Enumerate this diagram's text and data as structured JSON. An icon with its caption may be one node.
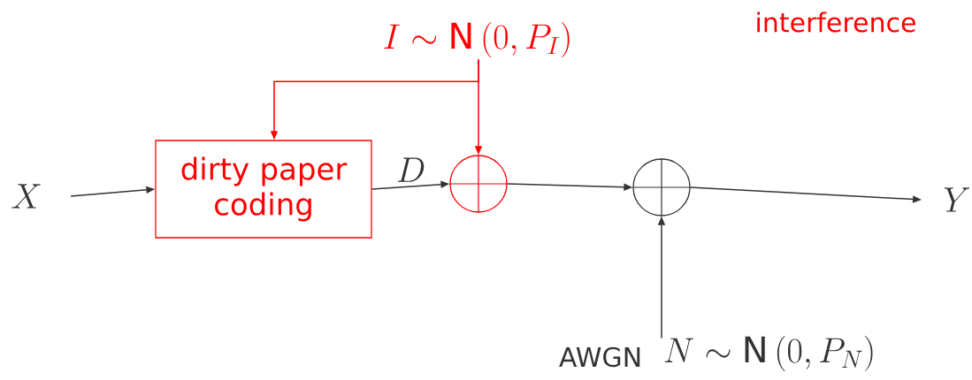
{
  "diagram": {
    "nodes": [
      {
        "text": [
          "X"
        ]
      },
      {
        "text": [
          "dirty paper coding"
        ]
      },
      {
        "text": [],
        "shape": "circle"
      },
      {
        "text": [],
        "shape": "circle"
      },
      {
        "text": [
          "Y"
        ]
      },
      {
        "text": [
          "I \\sim \\mathrm{N}\\left(0, P_I\\right)"
        ]
      },
      {
        "text": [
          "N \\sim \\mathrm{N}\\left(0, P_N\\right)"
        ],
        "beside": [
          "AWGN"
        ]
      }
    ],
    "edges": [
      {
        "from": 0,
        "to": 1,
        "arrow": "to"
      },
      {
        "from": 1,
        "to": 2,
        "arrow": "to",
        "label": "D"
      },
      {
        "from": 2,
        "to": 3,
        "arrow": "to"
      },
      {
        "from": 3,
        "to": 4,
        "arrow": "to"
      },
      {
        "from": 5,
        "to": 2,
        "arrow": "to",
        "color": "#ff0000"
      },
      {
        "from": 5,
        "to": 1,
        "arrow": "to",
        "color": "#ff0000"
      },
      {
        "from": 6,
        "to": 3,
        "arrow": "to"
      }
    ],
    "labels": [
      "interference"
    ]
  }
}
